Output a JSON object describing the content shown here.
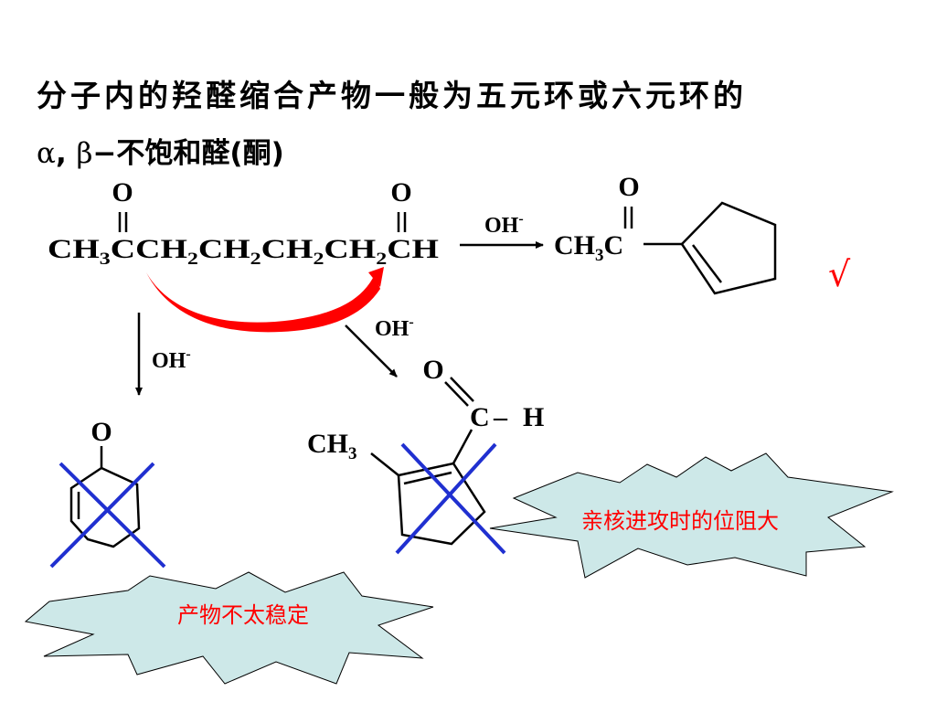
{
  "heading": {
    "line1": "分子内的羟醛缩合产物一般为五元环或六元环的",
    "alpha": "α",
    "comma": ",",
    "beta": "β",
    "line2_rest": "−不饱和醛(酮)"
  },
  "reactant": {
    "carbonyl_o_left": "O",
    "carbonyl_o_right": "O",
    "formula_parts": [
      "CH",
      "3",
      "CCH",
      "2",
      "CH",
      "2",
      "CH",
      "2",
      "CH",
      "2",
      "CH"
    ]
  },
  "main_path": {
    "reagent": "OH",
    "reagent_charge": "-",
    "product_o": "O",
    "product_label_parts": [
      "CH",
      "3",
      "C"
    ],
    "checkmark": "√"
  },
  "left_path": {
    "reagent": "OH",
    "reagent_charge": "-",
    "product_o": "O",
    "callout": "产物不太稳定"
  },
  "middle_path": {
    "reagent": "OH",
    "reagent_charge": "-",
    "aldehyde_o": "O",
    "aldehyde_c": "C",
    "aldehyde_dash": "–",
    "aldehyde_h": "H",
    "methyl_main": "CH",
    "methyl_sub": "3",
    "callout": "亲核进攻时的位阻大"
  },
  "colors": {
    "text": "#000000",
    "attack_arrow": "#ff0000",
    "cross": "#2030d0",
    "callout_fill": "#cde8e8",
    "callout_text": "#ff0000",
    "checkmark": "#ff0000"
  }
}
